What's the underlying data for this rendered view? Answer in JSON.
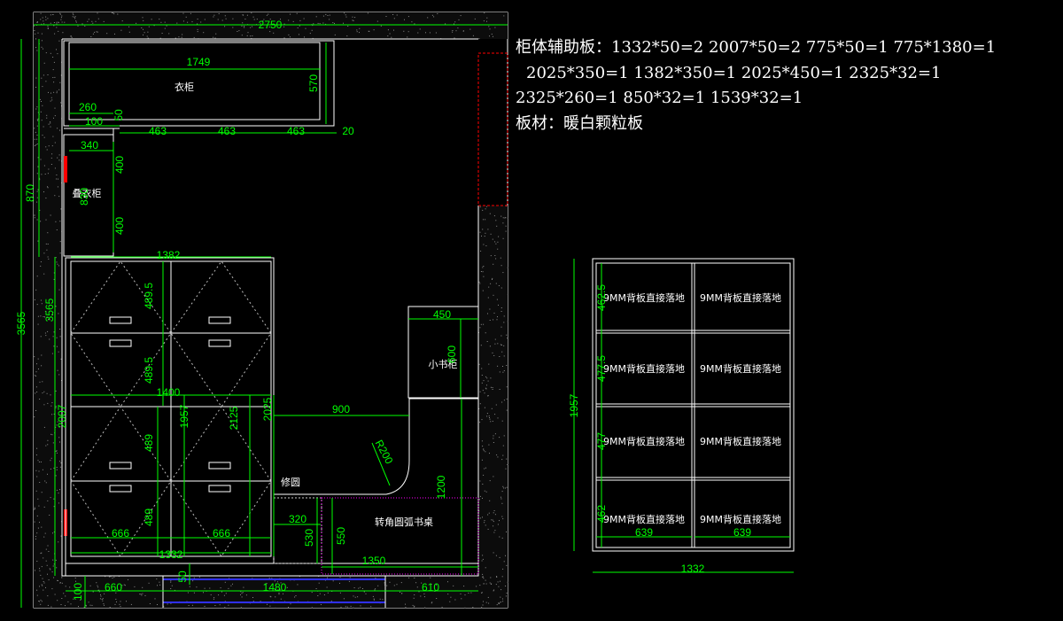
{
  "notes": {
    "line1": "柜体辅助板：1332*50=2 2007*50=2 775*50=1 775*1380=1",
    "line2": "2025*350=1 1382*350=1 2025*450=1 2325*32=1",
    "line3": "2325*260=1 850*32=1   1539*32=1",
    "line4": "板材：暖白颗粒板"
  },
  "labels": {
    "wardrobe": "衣柜",
    "folding_cabinet": "叠衣柜",
    "bookcase": "小书柜",
    "desk": "转角圆弧书桌",
    "rounding": "修圆",
    "radius": "R200"
  },
  "dims": {
    "total_width": "2750",
    "total_height": "3565",
    "inner_height": "3565",
    "left_870": "870",
    "w_1749": "1749",
    "h_570": "570",
    "d_260": "260",
    "d_100": "100",
    "d_50": "50",
    "d_463a": "463",
    "d_463b": "463",
    "d_463c": "463",
    "d_20": "20",
    "d_340": "340",
    "d_400a": "400",
    "d_830": "830",
    "d_400b": "400",
    "w_1382": "1382",
    "h_489_5a": "489.5",
    "h_489_5b": "489.5",
    "w_1400": "1400",
    "h_2007": "2007",
    "h_1957": "1957",
    "h_2125": "2125",
    "h_2025": "2025",
    "h_489a": "489",
    "h_489b": "489",
    "w_666a": "666",
    "w_666b": "666",
    "w_1332": "1332",
    "w_900": "900",
    "w_450": "450",
    "h_600": "600",
    "h_1200": "1200",
    "w_320": "320",
    "h_530": "530",
    "h_550": "550",
    "w_1350": "1350",
    "b_100": "100",
    "b_660": "660",
    "b_50": "50",
    "b_1480": "1480",
    "b_610": "610"
  },
  "side_view": {
    "panel_label": "9MM背板直接落地",
    "cells": [
      "9MM背板直接落地",
      "9MM背板直接落地",
      "9MM背板直接落地",
      "9MM背板直接落地",
      "9MM背板直接落地",
      "9MM背板直接落地",
      "9MM背板直接落地",
      "9MM背板直接落地"
    ],
    "row_heights": [
      "462.5",
      "477.5",
      "477",
      "462"
    ],
    "height": "1957",
    "col_widths": [
      "639",
      "639"
    ],
    "width": "1332"
  },
  "colors": {
    "dimension": "#00ff00",
    "outline": "#ffffff",
    "hidden": "#ff0000",
    "handle_marker": "#ff0000",
    "blue_line": "#3030ff",
    "magenta": "#ff00ff"
  }
}
